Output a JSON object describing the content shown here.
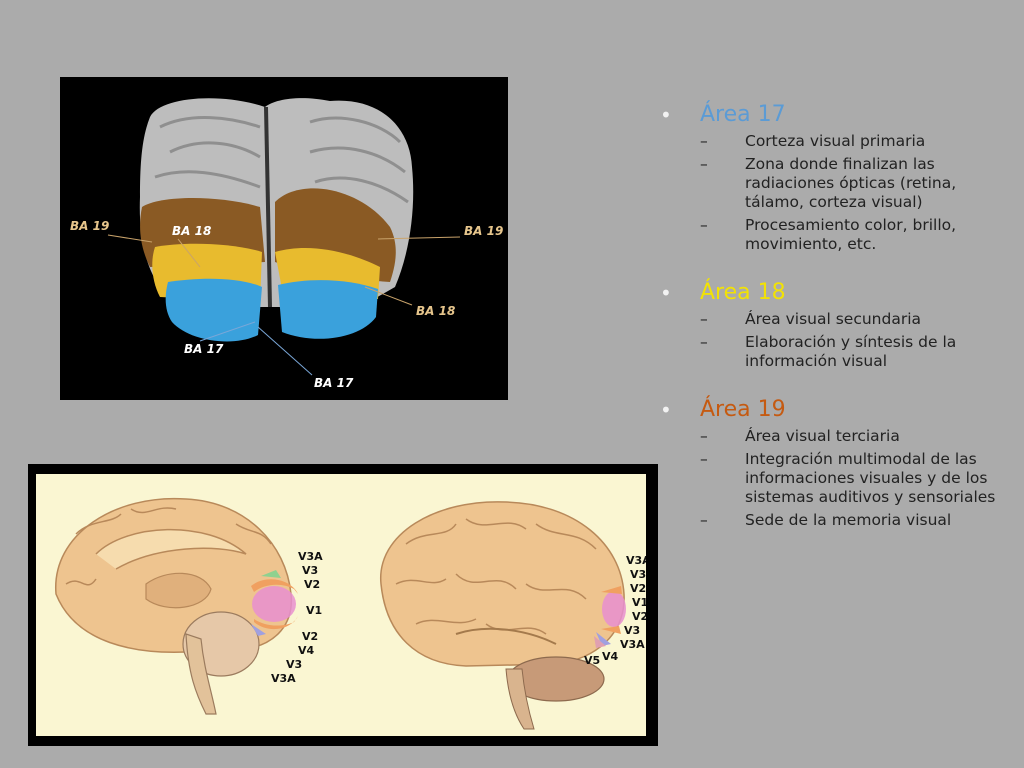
{
  "top_figure": {
    "labels": {
      "ba19_left": "BA 19",
      "ba18_left": "BA 18",
      "ba19_right": "BA 19",
      "ba18_right": "BA 18",
      "ba17_left": "BA 17",
      "ba17_bottom": "BA 17"
    }
  },
  "bottom_figure": {
    "medial_labels": [
      "V3A",
      "V3",
      "V2",
      "V1",
      "V2",
      "V4",
      "V3",
      "V3A"
    ],
    "lateral_labels": [
      "V3A",
      "V3",
      "V2",
      "V1",
      "V2",
      "V3",
      "V3A",
      "V4",
      "V5"
    ]
  },
  "colors": {
    "area17": "#5b9bd5",
    "area18": "#f2e205",
    "area19": "#c55a11",
    "bullet": "#f2f2f2",
    "text": "#222222"
  },
  "areas": [
    {
      "title": "Área 17",
      "items": [
        "Corteza visual primaria",
        "Zona donde finalizan las radiaciones ópticas (retina, tálamo, corteza visual)",
        "Procesamiento color, brillo, movimiento, etc."
      ]
    },
    {
      "title": "Área 18",
      "items": [
        "Área visual secundaria",
        "Elaboración y síntesis de la información visual"
      ]
    },
    {
      "title": "Área 19",
      "items": [
        "Área visual terciaria",
        "Integración multimodal de las informaciones visuales y de los sistemas auditivos y sensoriales",
        "Sede de la memoria visual"
      ]
    }
  ]
}
